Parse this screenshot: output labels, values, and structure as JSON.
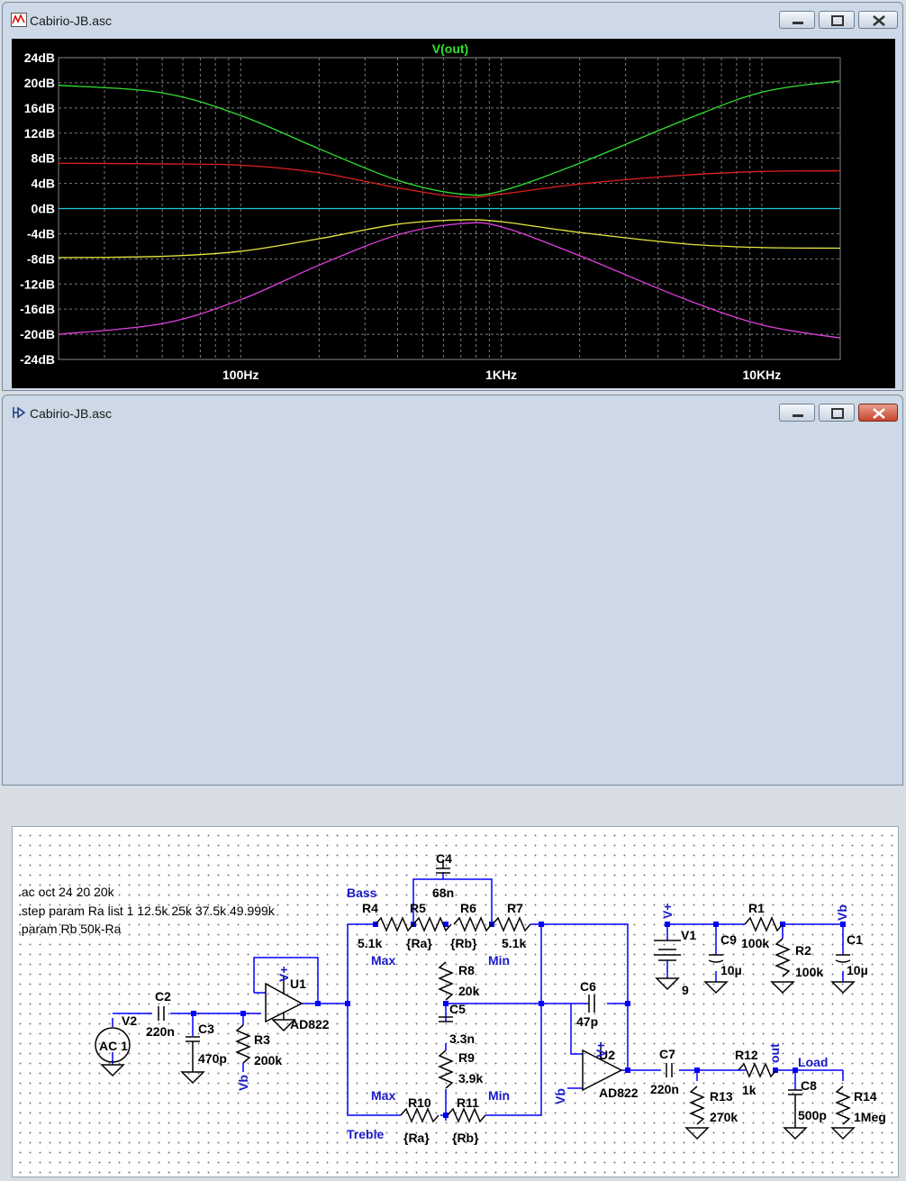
{
  "waveform_window": {
    "title": "Cabirio-JB.asc",
    "trace_label": "V(out)",
    "chart_data": {
      "type": "line",
      "title": "V(out)",
      "xlabel": "",
      "ylabel": "",
      "x_scale": "log",
      "xlim": [
        20,
        20000
      ],
      "ylim": [
        -24,
        24
      ],
      "grid": true,
      "x_tick_labels": [
        "100Hz",
        "1KHz",
        "10KHz"
      ],
      "y_tick_labels": [
        "24dB",
        "20dB",
        "16dB",
        "12dB",
        "8dB",
        "4dB",
        "0dB",
        "-4dB",
        "-8dB",
        "-12dB",
        "-16dB",
        "-20dB",
        "-24dB"
      ],
      "x": [
        20,
        50,
        100,
        200,
        400,
        700,
        1000,
        2000,
        5000,
        10000,
        20000
      ],
      "series": [
        {
          "color": "#30e030",
          "values": [
            19.6,
            18.4,
            14.8,
            9.5,
            4.5,
            2.3,
            2.8,
            7.2,
            14.0,
            18.5,
            20.3
          ]
        },
        {
          "color": "#e02020",
          "values": [
            7.2,
            7.1,
            6.9,
            5.7,
            3.3,
            1.8,
            2.3,
            3.9,
            5.3,
            5.9,
            6.0
          ]
        },
        {
          "color": "#20c8e0",
          "values": [
            0.0,
            0.0,
            0.0,
            0.0,
            0.0,
            0.0,
            0.0,
            0.0,
            0.0,
            0.0,
            0.0
          ]
        },
        {
          "color": "#e6e640",
          "values": [
            -7.8,
            -7.6,
            -6.8,
            -4.8,
            -2.5,
            -1.8,
            -2.1,
            -3.8,
            -5.6,
            -6.2,
            -6.3
          ]
        },
        {
          "color": "#e040e0",
          "values": [
            -20.0,
            -18.3,
            -14.5,
            -9.0,
            -4.2,
            -2.4,
            -2.9,
            -7.5,
            -14.3,
            -18.5,
            -20.6
          ]
        }
      ]
    }
  },
  "schematic_window": {
    "title": "Cabirio-JB.asc",
    "directives": [
      ".ac oct 24 20 20k",
      ".step param Ra list 1 12.5k 25k 37.5k 49.999k",
      ".param Rb 50k-Ra"
    ],
    "components": {
      "C4": [
        "C4",
        "68n"
      ],
      "R4": [
        "R4",
        "5.1k"
      ],
      "R5": [
        "R5",
        "{Ra}"
      ],
      "R6": [
        "R6",
        "{Rb}"
      ],
      "R7": [
        "R7",
        "5.1k"
      ],
      "R8": [
        "R8",
        "20k"
      ],
      "C5": [
        "C5",
        "3.3n"
      ],
      "R9": [
        "R9",
        "3.9k"
      ],
      "R10": [
        "R10",
        "{Ra}"
      ],
      "R11": [
        "R11",
        "{Rb}"
      ],
      "C6": [
        "C6",
        "47p"
      ],
      "U1": [
        "U1",
        "AD822"
      ],
      "U2": [
        "U2",
        "AD822"
      ],
      "C2": [
        "C2",
        "220n"
      ],
      "C3": [
        "C3",
        "470p"
      ],
      "R3": [
        "R3",
        "200k"
      ],
      "V2": [
        "V2",
        "AC 1"
      ],
      "C7": [
        "C7",
        "220n"
      ],
      "R12": [
        "R12",
        "1k"
      ],
      "R13": [
        "R13",
        "270k"
      ],
      "C8": [
        "C8",
        "500p"
      ],
      "R14": [
        "R14",
        "1Meg"
      ],
      "V1": [
        "V1",
        "9"
      ],
      "C9": [
        "C9",
        "10µ"
      ],
      "R1": [
        "R1",
        "100k"
      ],
      "R2": [
        "R2",
        "100k"
      ],
      "C1": [
        "C1",
        "10µ"
      ]
    },
    "net_labels": {
      "bass": "Bass",
      "treble": "Treble",
      "max1": "Max",
      "min1": "Min",
      "max2": "Max",
      "min2": "Min",
      "load": "Load",
      "out": "out",
      "vb1": "Vb",
      "vb2": "Vb",
      "vb3": "Vb",
      "vplus1": "V+",
      "vplus2": "V+",
      "vplus3": "V+"
    },
    "colors": {
      "wire": "#0000ff",
      "component": "#000000",
      "label": "#0000ff",
      "net": "#1a1acc"
    }
  }
}
